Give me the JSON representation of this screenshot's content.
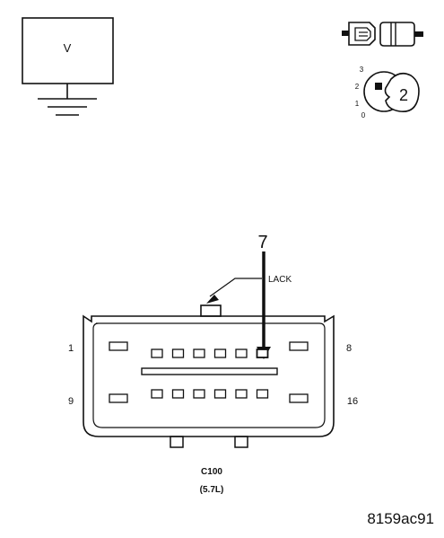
{
  "meter": {
    "label": "V"
  },
  "key_position": {
    "value": "2",
    "positions": [
      "3",
      "2",
      "1",
      "0"
    ]
  },
  "callout": {
    "pin": "7",
    "lock_label": "LACK"
  },
  "connector": {
    "pin_labels": {
      "top_left": "1",
      "top_right": "8",
      "bottom_left": "9",
      "bottom_right": "16"
    },
    "top_row_count": 6,
    "bottom_row_count": 6,
    "highlighted_top_index": 6,
    "name": "C100",
    "engine": "(5.7L)"
  },
  "figure_code": "8159ac91",
  "colors": {
    "ink": "#111111",
    "background": "#ffffff"
  }
}
